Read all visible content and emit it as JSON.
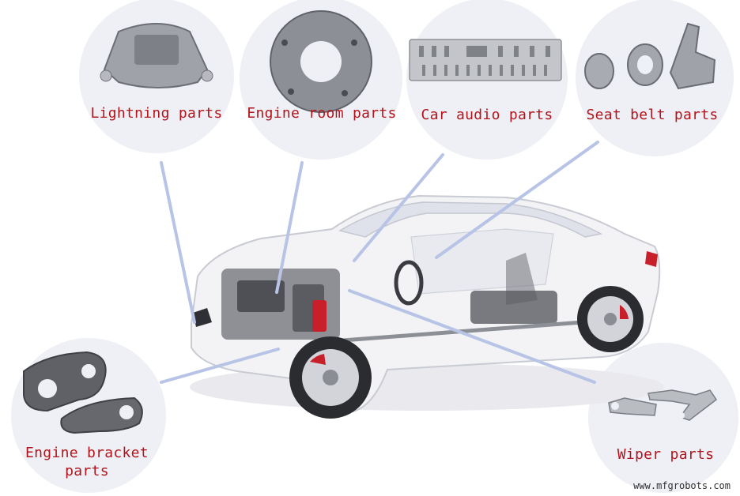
{
  "callouts": [
    {
      "label": "Lightning parts"
    },
    {
      "label": "Engine room parts"
    },
    {
      "label": "Car audio parts"
    },
    {
      "label": "Seat belt parts"
    },
    {
      "label": "Engine bracket parts"
    },
    {
      "label": "Wiper parts"
    }
  ],
  "watermark": "www.mfgrobots.com",
  "colors": {
    "label": "#b3141b",
    "circle": "#eef0f6",
    "leader_line": "#b8c4e6"
  }
}
